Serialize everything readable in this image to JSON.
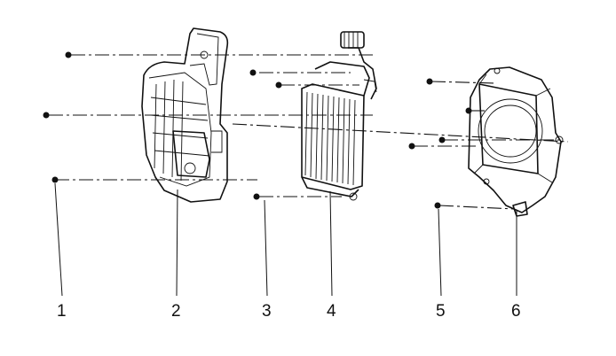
{
  "callouts": [
    "1",
    "2",
    "3",
    "4",
    "5",
    "6"
  ],
  "colors": {
    "ink": "#111111",
    "background": "#ffffff"
  }
}
